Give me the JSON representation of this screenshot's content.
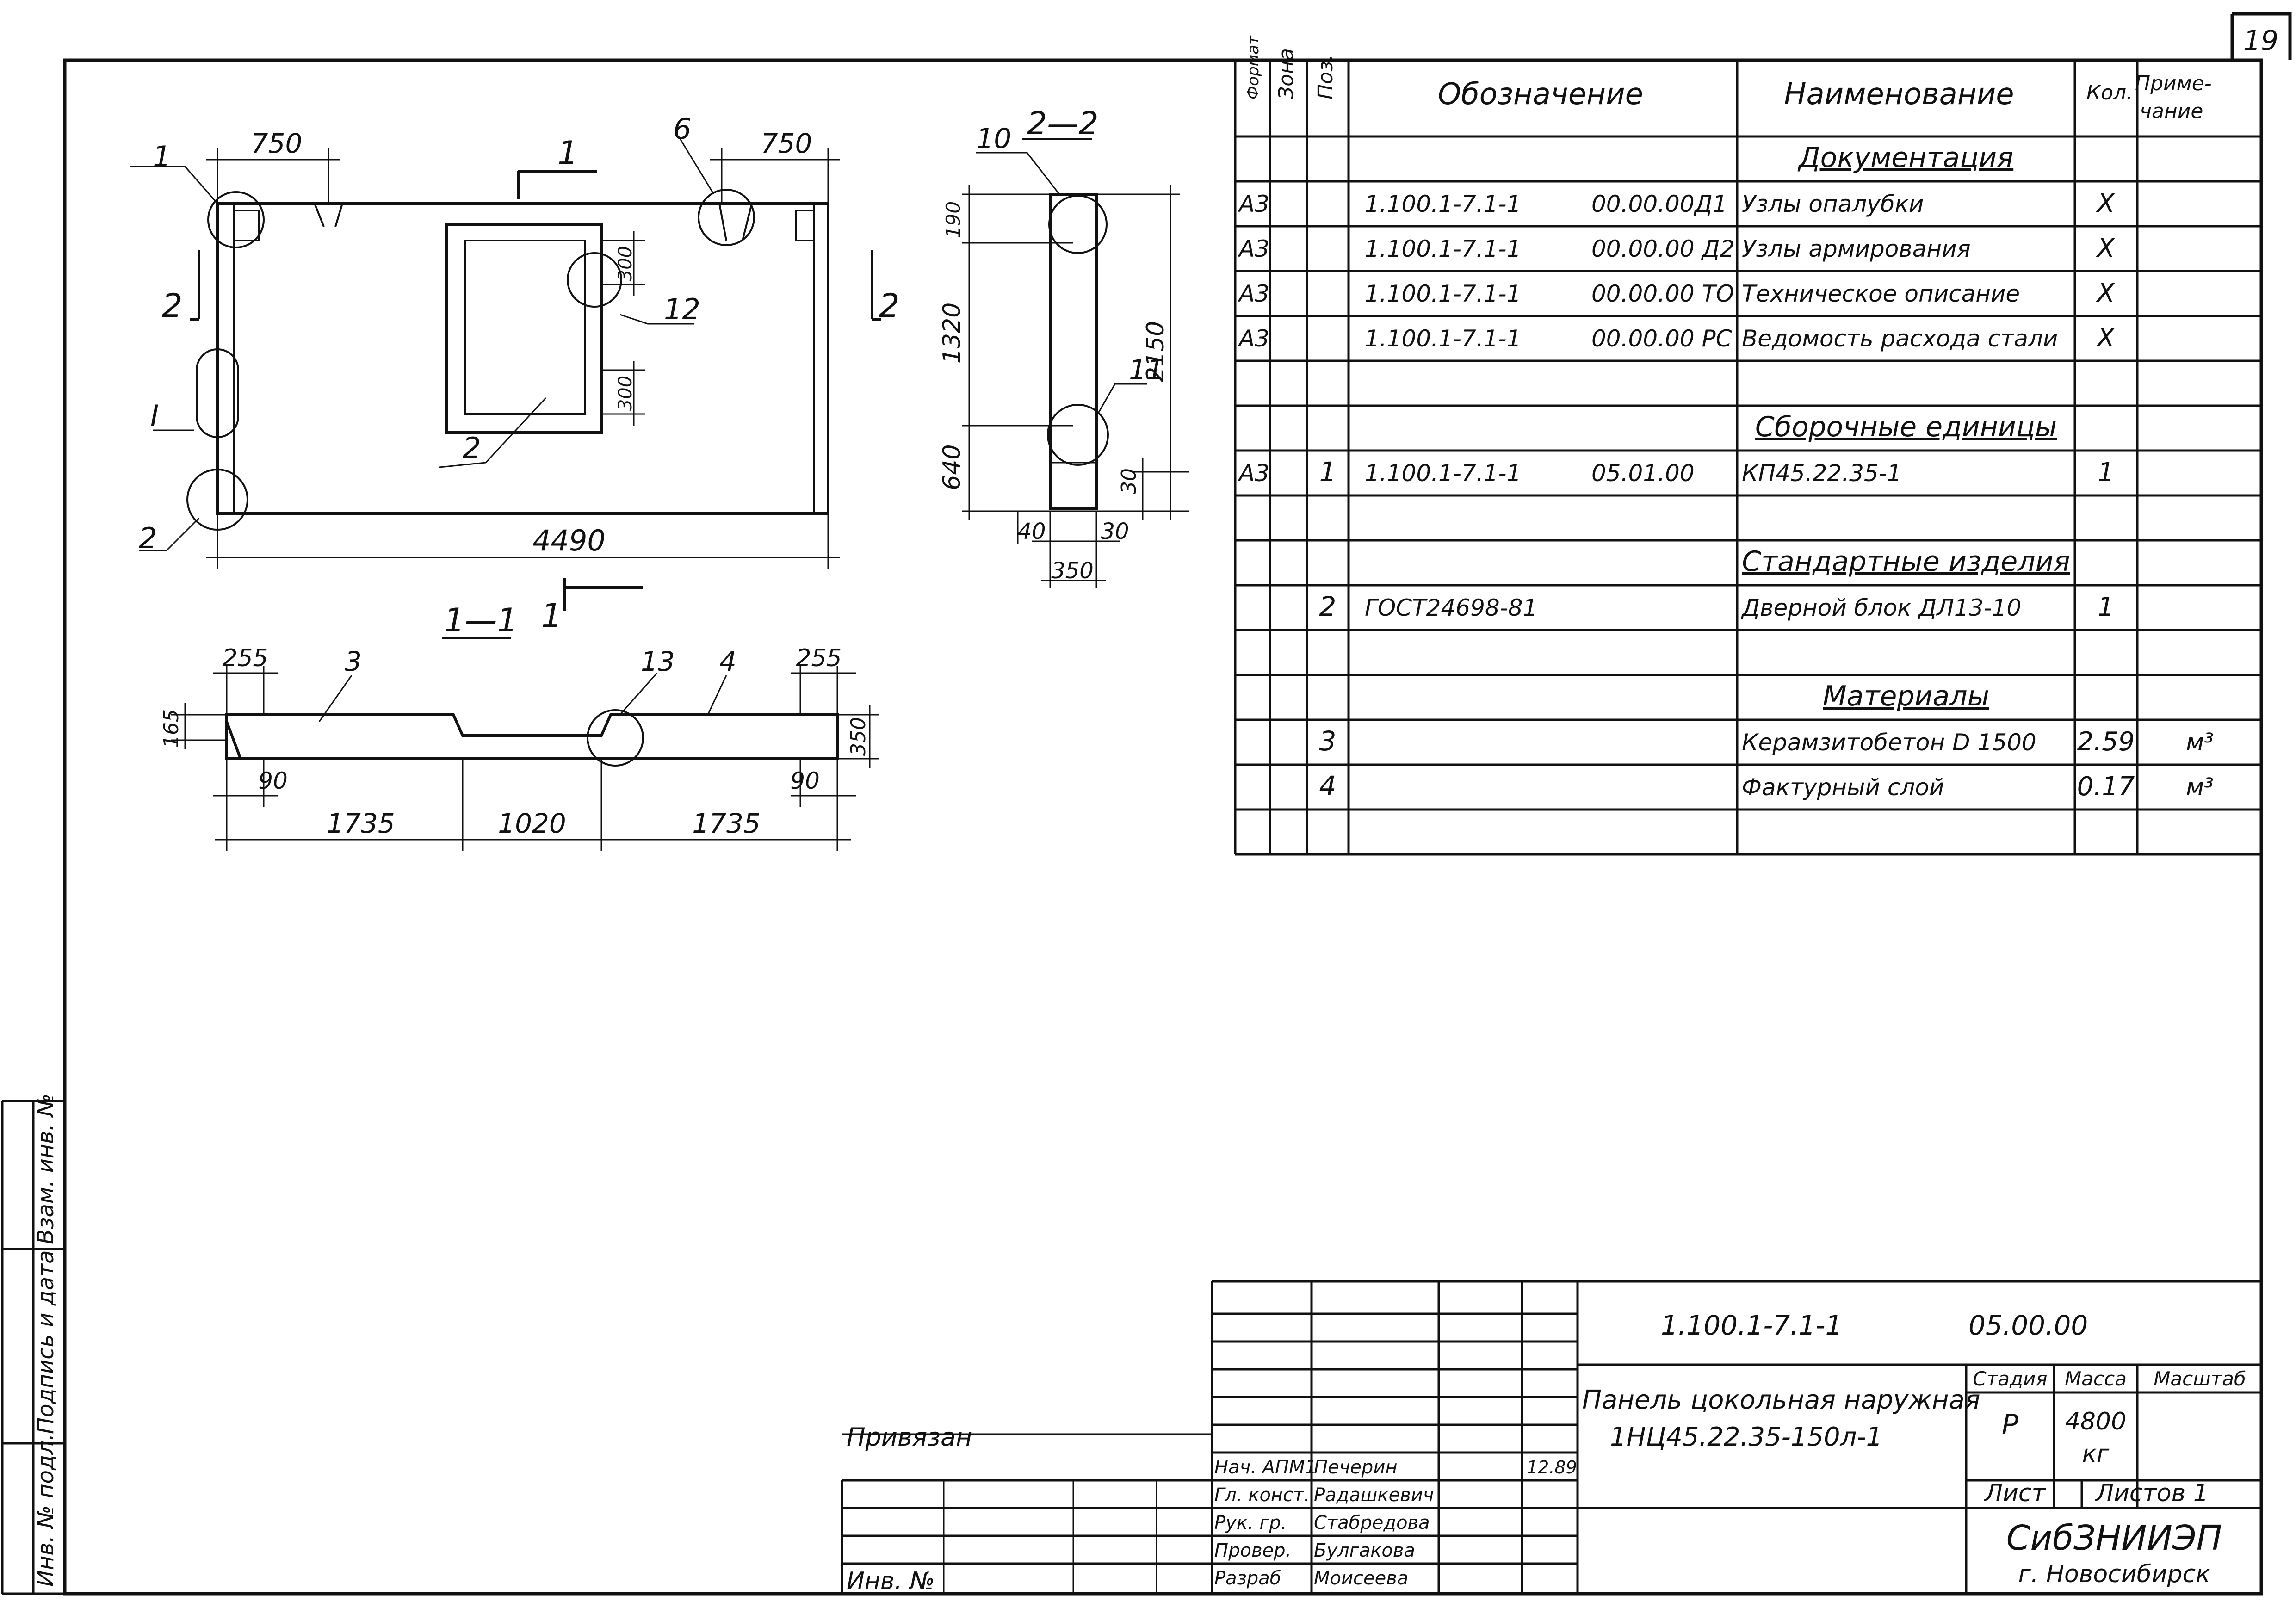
{
  "sheet_number": "19",
  "drawing": {
    "section_11_title": "1—1",
    "section_22_title": "2—2",
    "cut_labels": {
      "c1": "1",
      "c2": "2",
      "c_roman": "I"
    },
    "plan_dims": {
      "left_750": "750",
      "right_750": "750",
      "width_4490": "4490",
      "open_300_top": "300",
      "open_300_bottom": "300"
    },
    "plan_callouts": {
      "p1": "1",
      "p2_left": "2",
      "p6": "6",
      "p12": "12",
      "p2_opening": "2"
    },
    "section22_dims": {
      "d190": "190",
      "d1320": "1320",
      "d640": "640",
      "d2150": "2150",
      "d30_right": "30",
      "d40": "40",
      "d30_bottom": "30",
      "d350": "350"
    },
    "section22_callouts": {
      "c10": "10",
      "c11": "11"
    },
    "section11_dims": {
      "d255_left": "255",
      "d255_right": "255",
      "d165": "165",
      "d350": "350",
      "d90_left": "90",
      "d90_right": "90",
      "d1735_left": "1735",
      "d1020": "1020",
      "d1735_right": "1735"
    },
    "section11_callouts": {
      "c3": "3",
      "c13": "13",
      "c4": "4"
    }
  },
  "spec_table": {
    "headers": {
      "format": "Формат",
      "zone": "Зона",
      "pos": "Поз.",
      "designation": "Обозначение",
      "name": "Наименование",
      "qty": "Кол.",
      "note": "Приме-\nчание"
    },
    "rows": [
      {
        "format": "",
        "pos": "",
        "des_a": "",
        "des_b": "",
        "name": "Документация",
        "section": true,
        "qty": "",
        "note": ""
      },
      {
        "format": "А3",
        "pos": "",
        "des_a": "1.100.1-7.1-1",
        "des_b": "00.00.00Д1",
        "name": "Узлы опалубки",
        "qty": "X",
        "note": ""
      },
      {
        "format": "А3",
        "pos": "",
        "des_a": "1.100.1-7.1-1",
        "des_b": "00.00.00 Д2",
        "name": "Узлы армирования",
        "qty": "X",
        "note": ""
      },
      {
        "format": "А3",
        "pos": "",
        "des_a": "1.100.1-7.1-1",
        "des_b": "00.00.00 ТО",
        "name": "Техническое описание",
        "qty": "X",
        "note": ""
      },
      {
        "format": "А3",
        "pos": "",
        "des_a": "1.100.1-7.1-1",
        "des_b": "00.00.00 РС",
        "name": "Ведомость расхода стали",
        "qty": "X",
        "note": ""
      },
      {
        "format": "",
        "pos": "",
        "des_a": "",
        "des_b": "",
        "name": "",
        "qty": "",
        "note": ""
      },
      {
        "format": "",
        "pos": "",
        "des_a": "",
        "des_b": "",
        "name": "Сборочные единицы",
        "section": true,
        "qty": "",
        "note": ""
      },
      {
        "format": "А3",
        "pos": "1",
        "des_a": "1.100.1-7.1-1",
        "des_b": "05.01.00",
        "name": "КП45.22.35-1",
        "qty": "1",
        "note": ""
      },
      {
        "format": "",
        "pos": "",
        "des_a": "",
        "des_b": "",
        "name": "",
        "qty": "",
        "note": ""
      },
      {
        "format": "",
        "pos": "",
        "des_a": "",
        "des_b": "",
        "name": "Стандартные изделия",
        "section": true,
        "qty": "",
        "note": ""
      },
      {
        "format": "",
        "pos": "2",
        "des_a": "ГОСТ24698-81",
        "des_b": "",
        "name": "Дверной блок ДЛ13-10",
        "qty": "1",
        "note": ""
      },
      {
        "format": "",
        "pos": "",
        "des_a": "",
        "des_b": "",
        "name": "",
        "qty": "",
        "note": ""
      },
      {
        "format": "",
        "pos": "",
        "des_a": "",
        "des_b": "",
        "name": "Материалы",
        "section": true,
        "qty": "",
        "note": ""
      },
      {
        "format": "",
        "pos": "3",
        "des_a": "",
        "des_b": "",
        "name": "Керамзитобетон D 1500",
        "qty": "2.59",
        "note": "м³"
      },
      {
        "format": "",
        "pos": "4",
        "des_a": "",
        "des_b": "",
        "name": "Фактурный слой",
        "qty": "0.17",
        "note": "м³"
      },
      {
        "format": "",
        "pos": "",
        "des_a": "",
        "des_b": "",
        "name": "",
        "qty": "",
        "note": ""
      }
    ]
  },
  "title_block": {
    "code": "1.100.1-7.1-1",
    "code_suffix": "05.00.00",
    "title_line1": "Панель цокольная наружная",
    "title_line2": "1НЦ45.22.35-150л-1",
    "stage_label": "Стадия",
    "mass_label": "Масса",
    "scale_label": "Масштаб",
    "stage": "Р",
    "mass": "4800",
    "mass_unit": "кг",
    "sheet_label": "Лист",
    "sheets_label": "Листов 1",
    "org": "СибЗНИИЭП",
    "city": "г. Новосибирск",
    "date": "12.89",
    "signatories": [
      {
        "role": "Нач. АПМ1",
        "name": "Печерин"
      },
      {
        "role": "Гл. конст.",
        "name": "Радашкевич"
      },
      {
        "role": "Рук. гр.",
        "name": "Стабредова"
      },
      {
        "role": "Провер.",
        "name": "Булгакова"
      },
      {
        "role": "Разраб",
        "name": "Моисеева"
      }
    ],
    "privyazan": "Привязан",
    "inv_no": "Инв. №"
  },
  "side_stamp": {
    "inv_podl": "Инв. № подл.",
    "podpis_data": "Подпись и дата",
    "vzam_inv": "Взам. инв. №"
  }
}
